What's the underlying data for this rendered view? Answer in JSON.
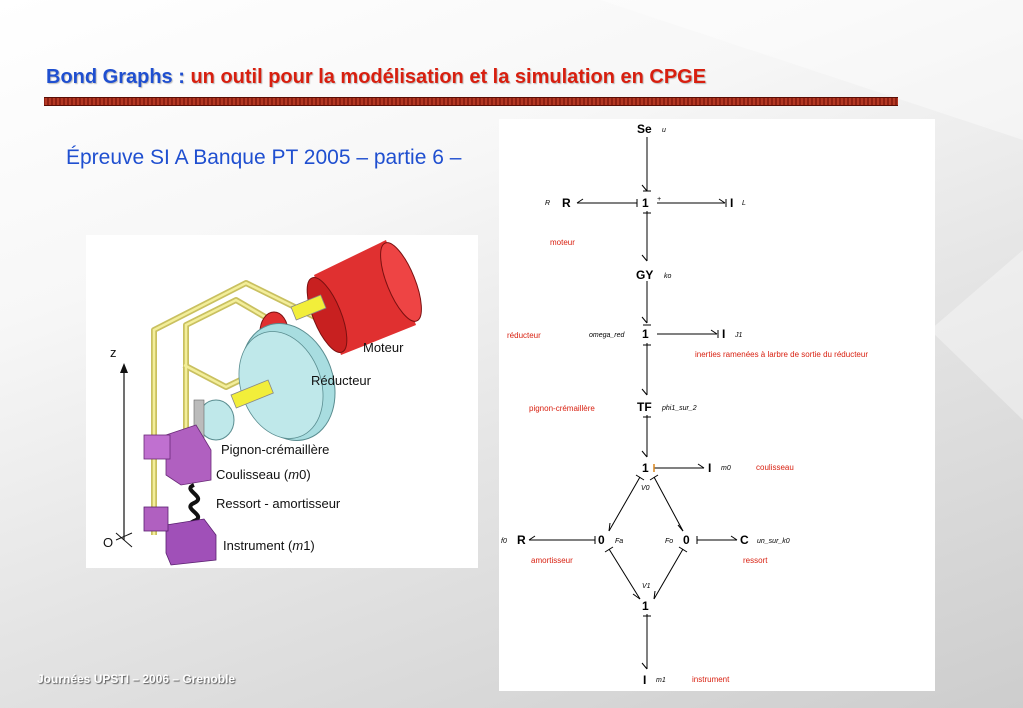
{
  "title": {
    "part1": "Bond Graphs :",
    "part2": " un outil pour la modélisation et la simulation en CPGE"
  },
  "subtitle": "Épreuve SI A Banque PT 2005 – partie 6 –",
  "footer": "Journées UPSTI – 2006 – Grenoble",
  "photo": {
    "axis_z": "z",
    "axis_o": "O",
    "labels": {
      "moteur": "Moteur",
      "reducteur": "Réducteur",
      "pignon": "Pignon-crémaillère",
      "coulisseau_a": "Coulisseau (",
      "coulisseau_m": "m",
      "coulisseau_b": "0)",
      "ressort": "Ressort - amortisseur",
      "instrument_a": "Instrument (",
      "instrument_m": "m",
      "instrument_b": "1)"
    }
  },
  "bond_graph": {
    "nodes": {
      "se": "Se",
      "u": "u",
      "r_top": "R",
      "r_top_var": "R",
      "one_a": "1",
      "plus": "+",
      "i_l": "I",
      "l_var": "L",
      "gy": "GY",
      "ko": "ko",
      "one_b": "1",
      "omega_red": "omega_red",
      "i_j1": "I",
      "j1": "J1",
      "tf": "TF",
      "phi1": "phi1_sur_2",
      "one_c": "1",
      "i_m0": "I",
      "m0": "m0",
      "v0": "V0",
      "f0": "f0",
      "r_bot": "R",
      "zero_a": "0",
      "fa": "Fa",
      "fo": "Fo",
      "zero_b": "0",
      "c": "C",
      "un_sur_k0": "un_sur_k0",
      "v1": "V1",
      "one_d": "1",
      "i_m1": "I",
      "m1": "m1"
    },
    "annotations": {
      "moteur": "moteur",
      "reducteur": "réducteur",
      "inerties": "inerties ramenées à larbre de sortie du réducteur",
      "pignon": "pignon-crémaillère",
      "coulisseau": "coulisseau",
      "amortisseur": "amortisseur",
      "ressort": "ressort",
      "instrument": "instrument"
    }
  },
  "colors": {
    "title_blue": "#1f4fd0",
    "title_red": "#d81f0f",
    "annotation_red": "#d81f0f",
    "motor_red": "#e03030",
    "reducer_blue": "#a8dde0",
    "shaft_yellow": "#f2ee3a",
    "frame_yellow": "#e8e07a",
    "mass_purple": "#b060c0"
  }
}
